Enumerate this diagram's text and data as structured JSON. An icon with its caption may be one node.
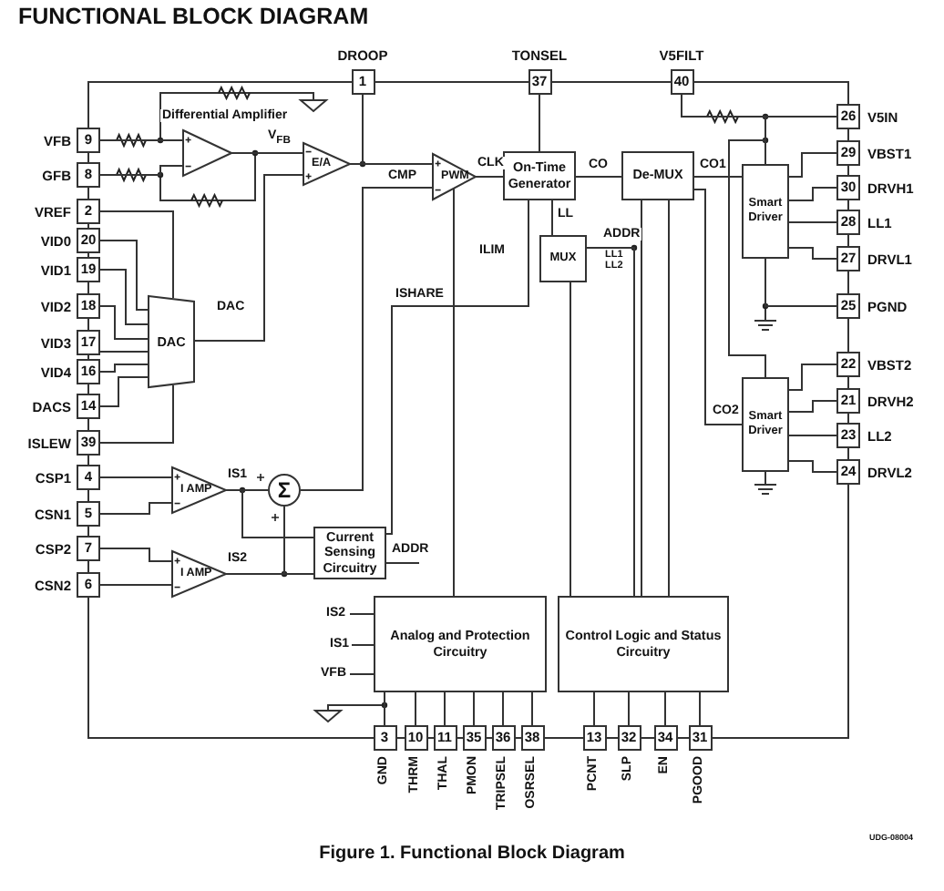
{
  "diagram": {
    "title": "FUNCTIONAL BLOCK DIAGRAM",
    "caption": "Figure 1. Functional Block Diagram",
    "nodes": [
      {
        "text": [
          "1"
        ],
        "beside": [
          "DROOP"
        ]
      },
      {
        "text": [
          "37"
        ],
        "beside": [
          "TONSEL"
        ]
      },
      {
        "text": [
          "40"
        ],
        "beside": [
          "V5FILT"
        ]
      },
      {
        "text": [
          "9"
        ],
        "beside": [
          "VFB"
        ]
      },
      {
        "text": [
          "8"
        ],
        "beside": [
          "GFB"
        ]
      },
      {
        "text": [
          "2"
        ],
        "beside": [
          "VREF"
        ]
      },
      {
        "text": [
          "20"
        ],
        "beside": [
          "VID0"
        ]
      },
      {
        "text": [
          "19"
        ],
        "beside": [
          "VID1"
        ]
      },
      {
        "text": [
          "18"
        ],
        "beside": [
          "VID2"
        ]
      },
      {
        "text": [
          "17"
        ],
        "beside": [
          "VID3"
        ]
      },
      {
        "text": [
          "16"
        ],
        "beside": [
          "VID4"
        ]
      },
      {
        "text": [
          "14"
        ],
        "beside": [
          "DACS"
        ]
      },
      {
        "text": [
          "39"
        ],
        "beside": [
          "ISLEW"
        ]
      },
      {
        "text": [
          "4"
        ],
        "beside": [
          "CSP1"
        ]
      },
      {
        "text": [
          "5"
        ],
        "beside": [
          "CSN1"
        ]
      },
      {
        "text": [
          "7"
        ],
        "beside": [
          "CSP2"
        ]
      },
      {
        "text": [
          "6"
        ],
        "beside": [
          "CSN2"
        ]
      },
      {
        "text": [
          "26"
        ],
        "beside": [
          "V5IN"
        ]
      },
      {
        "text": [
          "29"
        ],
        "beside": [
          "VBST1"
        ]
      },
      {
        "text": [
          "30"
        ],
        "beside": [
          "DRVH1"
        ]
      },
      {
        "text": [
          "28"
        ],
        "beside": [
          "LL1"
        ]
      },
      {
        "text": [
          "27"
        ],
        "beside": [
          "DRVL1"
        ]
      },
      {
        "text": [
          "25"
        ],
        "beside": [
          "PGND"
        ]
      },
      {
        "text": [
          "22"
        ],
        "beside": [
          "VBST2"
        ]
      },
      {
        "text": [
          "21"
        ],
        "beside": [
          "DRVH2"
        ]
      },
      {
        "text": [
          "23"
        ],
        "beside": [
          "LL2"
        ]
      },
      {
        "text": [
          "24"
        ],
        "beside": [
          "DRVL2"
        ]
      },
      {
        "text": [
          "3"
        ],
        "beside": [
          "GND"
        ]
      },
      {
        "text": [
          "10"
        ],
        "beside": [
          "THRM"
        ]
      },
      {
        "text": [
          "11"
        ],
        "beside": [
          "THAL"
        ]
      },
      {
        "text": [
          "35"
        ],
        "beside": [
          "PMON"
        ]
      },
      {
        "text": [
          "36"
        ],
        "beside": [
          "TRIPSEL"
        ]
      },
      {
        "text": [
          "38"
        ],
        "beside": [
          "OSRSEL"
        ]
      },
      {
        "text": [
          "13"
        ],
        "beside": [
          "PCNT"
        ]
      },
      {
        "text": [
          "32"
        ],
        "beside": [
          "SLP"
        ]
      },
      {
        "text": [
          "34"
        ],
        "beside": [
          "EN"
        ]
      },
      {
        "text": [
          "31"
        ],
        "beside": [
          "PGOOD"
        ]
      },
      {
        "text": [],
        "shape": "triangle"
      },
      {
        "text": [
          "E/A"
        ]
      },
      {
        "text": [
          "PWM"
        ]
      },
      {
        "text": [
          "On-Time Generator"
        ]
      },
      {
        "text": [
          "De-MUX"
        ]
      },
      {
        "text": [
          "MUX"
        ]
      },
      {
        "text": [
          "Smart Driver"
        ]
      },
      {
        "text": [
          "Smart Driver"
        ]
      },
      {
        "text": [
          "DAC"
        ]
      },
      {
        "text": [
          "I AMP"
        ]
      },
      {
        "text": [
          "I AMP"
        ]
      },
      {
        "text": [
          "Σ"
        ]
      },
      {
        "text": [
          "Current Sensing Circuitry"
        ]
      },
      {
        "text": [
          "Analog and Protection Circuitry"
        ]
      },
      {
        "text": [
          "Control Logic and Status Circuitry"
        ]
      }
    ],
    "edges": [
      {
        "from": 3,
        "to": 37,
        "arrow": "none"
      },
      {
        "from": 4,
        "to": 37,
        "arrow": "none"
      },
      {
        "from": 37,
        "to": 38,
        "arrow": "none",
        "label": "V$_{FB}$"
      },
      {
        "from": 45,
        "to": 38,
        "arrow": "none",
        "label": "DAC"
      },
      {
        "from": 38,
        "to": 39,
        "arrow": "none",
        "label": "CMP"
      },
      {
        "from": 0,
        "to": 38,
        "arrow": "none"
      },
      {
        "from": 39,
        "to": 40,
        "arrow": "none",
        "label": "CLK"
      },
      {
        "from": 1,
        "to": 40,
        "arrow": "none"
      },
      {
        "from": 40,
        "to": 41,
        "arrow": "none",
        "label": "CO"
      },
      {
        "from": 41,
        "to": 43,
        "arrow": "none",
        "label": "CO1"
      },
      {
        "from": 41,
        "to": 44,
        "arrow": "none",
        "label": "CO2"
      },
      {
        "from": 40,
        "to": 42,
        "arrow": "none",
        "label": "LL"
      },
      {
        "from": 49,
        "to": 40,
        "arrow": "none",
        "label": "ISHARE"
      },
      {
        "from": 48,
        "to": 39,
        "arrow": "none"
      },
      {
        "from": 41,
        "to": 51,
        "arrow": "none"
      },
      {
        "from": 41,
        "to": 51,
        "arrow": "none"
      },
      {
        "from": 42,
        "to": 51,
        "arrow": "none"
      },
      {
        "from": 42,
        "to": 51,
        "arrow": "none",
        "label": "ADDR"
      },
      {
        "from": 49,
        "to": null,
        "arrow": "none",
        "label": "ADDR"
      },
      {
        "from": 2,
        "to": 17,
        "arrow": "none"
      },
      {
        "from": 17,
        "to": 43,
        "arrow": "none"
      },
      {
        "from": 17,
        "to": 44,
        "arrow": "none"
      },
      {
        "from": 43,
        "to": 18,
        "arrow": "none"
      },
      {
        "from": 43,
        "to": 19,
        "arrow": "none"
      },
      {
        "from": 43,
        "to": 20,
        "arrow": "none"
      },
      {
        "from": 43,
        "to": 21,
        "arrow": "none"
      },
      {
        "from": 43,
        "to": 22,
        "arrow": "none"
      },
      {
        "from": 44,
        "to": 23,
        "arrow": "none"
      },
      {
        "from": 44,
        "to": 24,
        "arrow": "none"
      },
      {
        "from": 44,
        "to": 25,
        "arrow": "none"
      },
      {
        "from": 44,
        "to": 26,
        "arrow": "none"
      },
      {
        "from": 5,
        "to": 45,
        "arrow": "none"
      },
      {
        "from": 6,
        "to": 45,
        "arrow": "none"
      },
      {
        "from": 7,
        "to": 45,
        "arrow": "none"
      },
      {
        "from": 8,
        "to": 45,
        "arrow": "none"
      },
      {
        "from": 9,
        "to": 45,
        "arrow": "none"
      },
      {
        "from": 10,
        "to": 45,
        "arrow": "none"
      },
      {
        "from": 11,
        "to": 45,
        "arrow": "none"
      },
      {
        "from": 12,
        "to": 45,
        "arrow": "none"
      },
      {
        "from": 13,
        "to": 46,
        "arrow": "none"
      },
      {
        "from": 14,
        "to": 46,
        "arrow": "none"
      },
      {
        "from": 15,
        "to": 47,
        "arrow": "none"
      },
      {
        "from": 16,
        "to": 47,
        "arrow": "none"
      },
      {
        "from": 46,
        "to": 48,
        "arrow": "none",
        "label": "IS1"
      },
      {
        "from": 47,
        "to": 48,
        "arrow": "none",
        "label": "IS2"
      },
      {
        "from": 46,
        "to": 49,
        "arrow": "none"
      },
      {
        "from": 47,
        "to": 49,
        "arrow": "none"
      },
      {
        "from": null,
        "to": 50,
        "arrow": "none",
        "label": "IS2"
      },
      {
        "from": null,
        "to": 50,
        "arrow": "none",
        "label": "IS1"
      },
      {
        "from": null,
        "to": 50,
        "arrow": "none",
        "label": "VFB"
      },
      {
        "from": 50,
        "to": 39,
        "arrow": "none"
      },
      {
        "from": 50,
        "to": 27,
        "arrow": "none"
      },
      {
        "from": 50,
        "to": 28,
        "arrow": "none"
      },
      {
        "from": 50,
        "to": 29,
        "arrow": "none"
      },
      {
        "from": 50,
        "to": 30,
        "arrow": "none"
      },
      {
        "from": 50,
        "to": 31,
        "arrow": "none"
      },
      {
        "from": 50,
        "to": 32,
        "arrow": "none"
      },
      {
        "from": 51,
        "to": 33,
        "arrow": "none"
      },
      {
        "from": 51,
        "to": 34,
        "arrow": "none"
      },
      {
        "from": 51,
        "to": 35,
        "arrow": "none"
      },
      {
        "from": 51,
        "to": 36,
        "arrow": "none"
      }
    ],
    "labels": [
      "Differential Amplifier",
      "ILIM",
      "LL1",
      "LL2",
      "UDG-08004"
    ]
  }
}
